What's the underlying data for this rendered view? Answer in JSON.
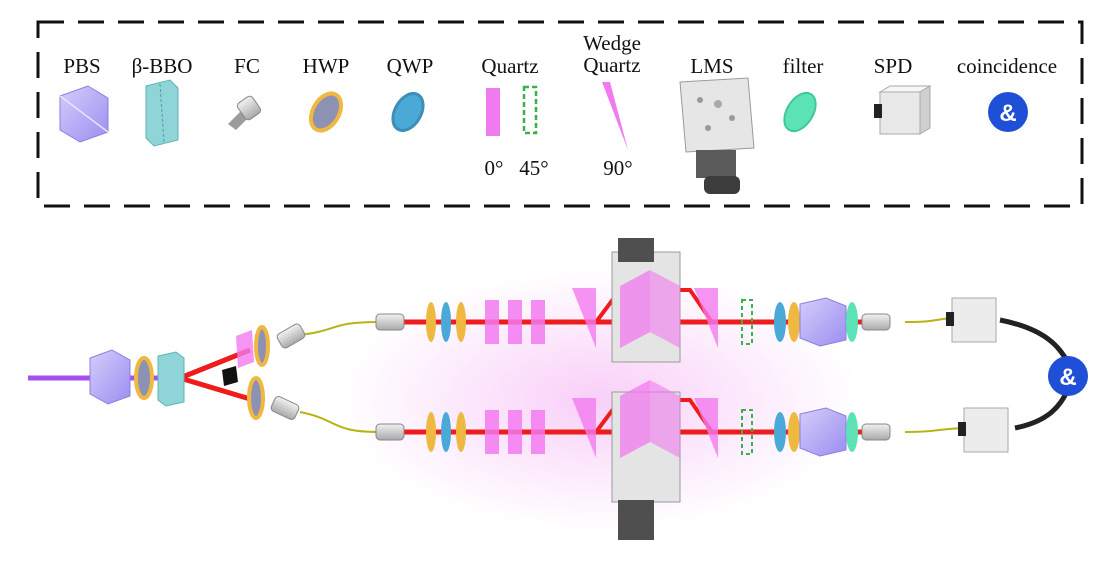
{
  "legend": {
    "items": [
      {
        "key": "pbs",
        "label": "PBS"
      },
      {
        "key": "bbo",
        "label": "β-BBO"
      },
      {
        "key": "fc",
        "label": "FC"
      },
      {
        "key": "hwp",
        "label": "HWP"
      },
      {
        "key": "qwp",
        "label": "QWP"
      },
      {
        "key": "quartz",
        "label": "Quartz"
      },
      {
        "key": "wedge",
        "label_line1": "Wedge",
        "label_line2": "Quartz"
      },
      {
        "key": "lms",
        "label": "LMS"
      },
      {
        "key": "filter",
        "label": "filter"
      },
      {
        "key": "spd",
        "label": "SPD"
      },
      {
        "key": "coincidence",
        "label": "coincidence"
      }
    ],
    "quartz_angle_solid": "0°",
    "quartz_angle_dashed": "45°",
    "wedge_angle": "90°"
  },
  "coincidence_symbol": "&",
  "colors": {
    "laser_pump": "#a64ff0",
    "beam": "#ee1c1c",
    "pbs": "#b9aef5",
    "bbo": "#8fd4d6",
    "hwp": "#efb840",
    "qwp": "#4aa9d6",
    "quartz": "#f27af0",
    "filter": "#5be3b6",
    "coincidence": "#1e4fd6",
    "dashed_quartz": "#38b24a",
    "fiber": "#b9b315"
  }
}
